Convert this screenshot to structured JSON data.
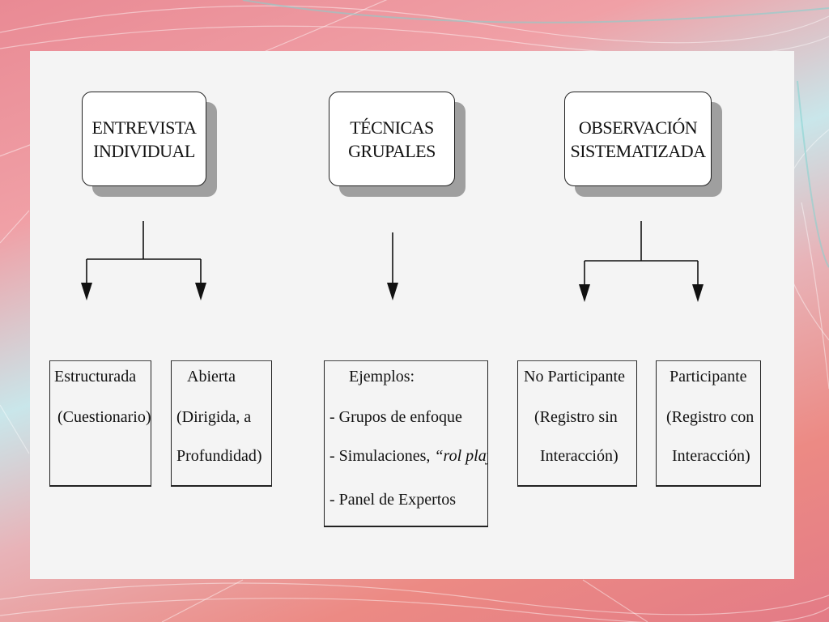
{
  "headers": [
    {
      "line1": "ENTREVISTA",
      "line2": "INDIVIDUAL"
    },
    {
      "line1": "TÉCNICAS",
      "line2": "GRUPALES"
    },
    {
      "line1": "OBSERVACIÓN",
      "line2": "SISTEMATIZADA"
    }
  ],
  "boxes": {
    "estructurada": {
      "title": "Estructurada",
      "detail": "(Cuestionario)"
    },
    "abierta": {
      "title": "Abierta",
      "detail1": "(Dirigida, a",
      "detail2": "Profundidad)"
    },
    "ejemplos": {
      "title": "Ejemplos:",
      "item1": "- Grupos de enfoque",
      "item2_prefix": "- Simulaciones, ",
      "item2_italic": "“rol playing",
      "item3": "- Panel de Expertos"
    },
    "no_participante": {
      "title": "No Participante",
      "detail1": "(Registro sin",
      "detail2": "Interacción)"
    },
    "participante": {
      "title": "Participante",
      "detail1": "(Registro con",
      "detail2": "Interacción)"
    }
  },
  "colors": {
    "line": "#111111",
    "header_shadow": "#9f9f9f",
    "slide_bg": "#f4f4f4"
  }
}
